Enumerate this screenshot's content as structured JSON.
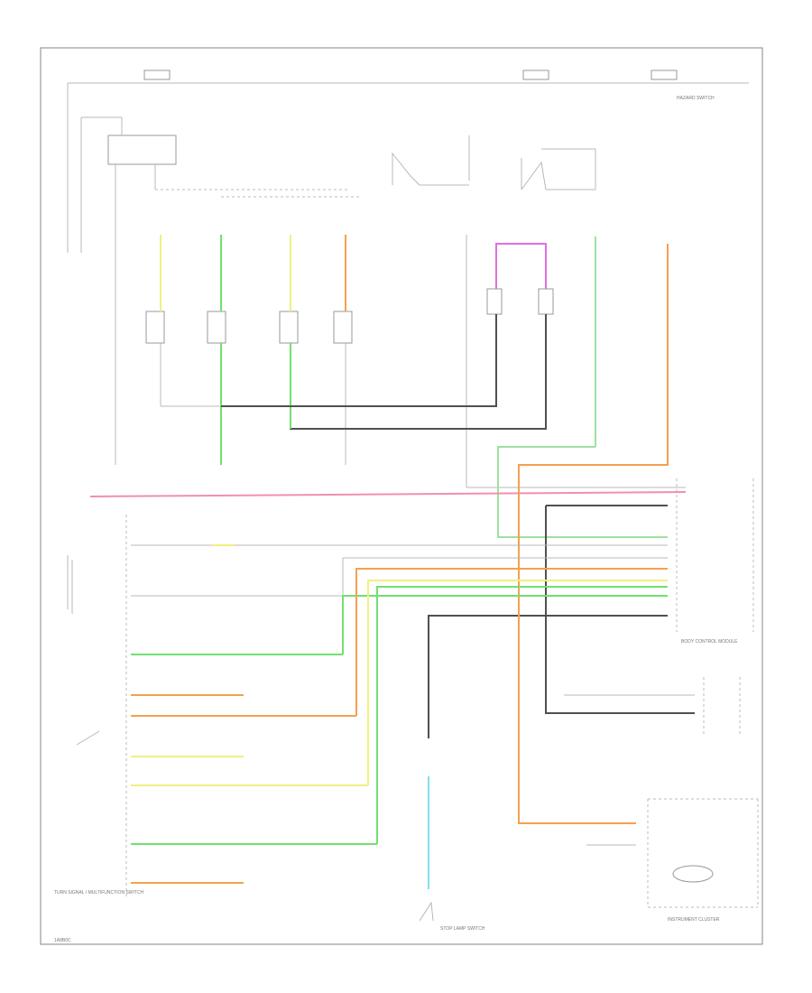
{
  "colors": {
    "black": "#505050",
    "green": "#70e070",
    "orange": "#f5a050",
    "yellow": "#f0f080",
    "pink": "#f090b0",
    "magenta": "#e070e0",
    "cyan": "#80e0f0",
    "gray": "#b0b0b0",
    "light_green": "#a0e0a0"
  },
  "labels": {
    "turn_signal": "TURN SIGNAL / MULTIFUNCTION SWITCH",
    "instrument_cluster": "INSTRUMENT CLUSTER",
    "body_control_module": "BODY CONTROL MODULE",
    "hazard_switch": "HAZARD SWITCH",
    "brake_switch": "STOP LAMP SWITCH",
    "footer_code": "1A8B0C"
  }
}
